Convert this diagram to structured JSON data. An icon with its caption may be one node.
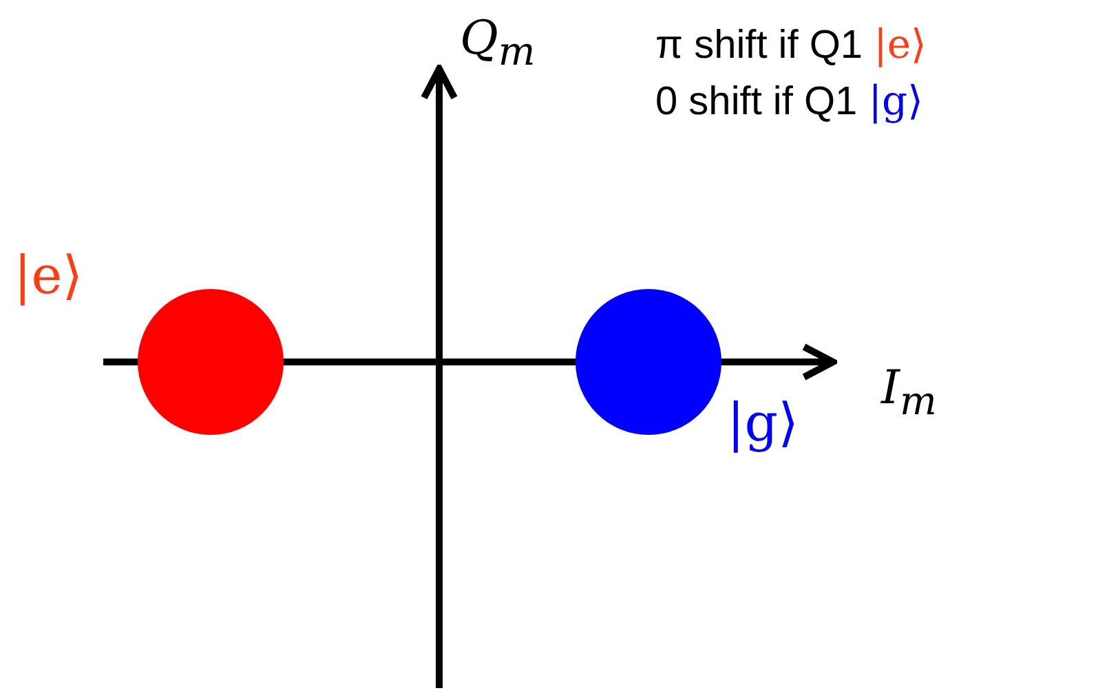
{
  "diagram": {
    "nodes": [
      {
        "text": [],
        "shape": "circle",
        "beside": [
          "|e⟩"
        ]
      },
      {
        "text": [],
        "shape": "circle",
        "beside": [
          "|g⟩"
        ]
      }
    ],
    "labels": [
      "Q$_{m}$",
      "π shift if Q1 |e⟩",
      "0 shift if Q1 |g⟩",
      "I$_{m}$"
    ]
  }
}
